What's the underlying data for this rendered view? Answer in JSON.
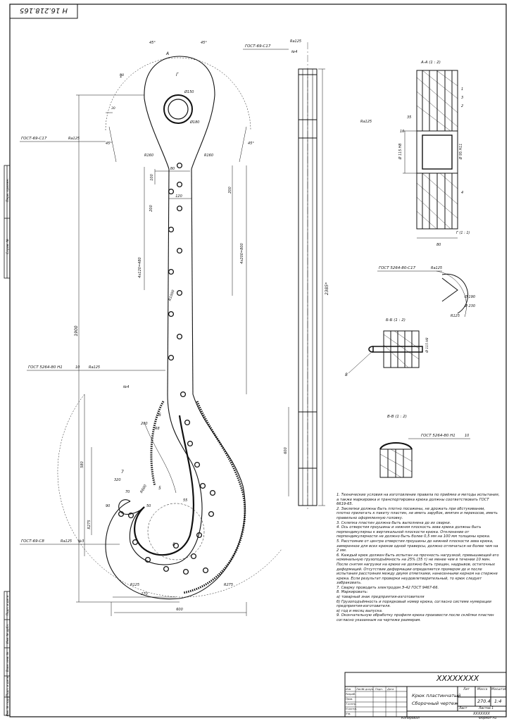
{
  "stamp": {
    "number": "Н 16.218.165",
    "code": "ХХХХХХХХ",
    "code_small": "ХХХХХХХ"
  },
  "title_block": {
    "name_line1": "Крюк пластинчатый",
    "name_line2": "Сборочный чертеж",
    "lit_label": "Лит",
    "mass_label": "Масса",
    "scale_label": "Масштаб",
    "mass_value": "270.4",
    "scale_value": "1:4",
    "sheet_label": "Лист",
    "sheets_label": "Листов 1",
    "copied": "Копировал",
    "format": "Формат А1",
    "rows": [
      "Изм",
      "Лист",
      "№ докум.",
      "Подп.",
      "Дата",
      "Разраб.",
      "Пров.",
      "Т.контр.",
      "Н.контр.",
      "Утв."
    ]
  },
  "left_margin": {
    "labels": [
      "Перв. примен.",
      "Справ. №",
      "Подп. и дата",
      "Инв. № дубл.",
      "Взам. инв. №",
      "Подп. и дата",
      "Инв. № подл."
    ]
  },
  "sections": {
    "aa": "А-А (1 : 2)",
    "gg": "Г (1 : 1)",
    "bb": "Б-Б (1 : 2)",
    "vv": "В-В (1 : 2)"
  },
  "callouts": {
    "gost_top": "ГОСТ-69-С17",
    "gost_left": "ГОСТ-69-С17",
    "gost_5264_left": "ГОСТ 5264-80 Н1",
    "gost_5264_right": "ГОСТ 5264-80-С17",
    "gost_5264_vv": "ГОСТ 5264-80 Н1",
    "gost_c8": "ГОСТ-69-С8",
    "ra": "Ra125",
    "weld10": "10",
    "n3": "№3",
    "n4": "№4"
  },
  "dims": {
    "overall_height": "2385*",
    "h1900": "1900",
    "h600": "600",
    "h580": "580",
    "h480": "4x120=480",
    "h400": "4x200=800",
    "w600": "600",
    "w270": "270",
    "r125": "R125",
    "r275": "R275",
    "r160": "R160",
    "r1000": "R1000",
    "r600": "R600",
    "d150": "Ø150",
    "d180": "Ø180",
    "d95": "Ø 95 H11",
    "d190": "Ø 190",
    "d230": "Ø 230",
    "d115": "Ø 115 H8",
    "a45": "45°",
    "d80": "80",
    "d100": "100",
    "d200": "200",
    "d120": "120",
    "d35": "35",
    "d10": "10",
    "d30": "30",
    "d90": "90",
    "d55": "55",
    "d70": "70",
    "d50": "50",
    "d320": "320",
    "dr8": "R8",
    "c45": "45*"
  },
  "marks": [
    "1",
    "2",
    "3",
    "4",
    "5",
    "6",
    "7",
    "8",
    "А",
    "Б",
    "В",
    "Г"
  ],
  "notes": [
    "1.  Технические условия на изготовление правила по приёмке и методы испытания, а также маркировка и транспортировка крюка должны соответствовать ГОСТ 6619-65.",
    "2.  Заклепки должны быть плотно посажены, не дрожать при обстукивании, плотно прилегать к пакету пластин, не иметь зарубок, вмятин и перекосов, иметь правильно оформленную головку.",
    "3.  Склепка пластин должна быть выполнена до их сварки.",
    "4.  Ось отверстия проушины и нижняя плоскость зева крюка должны быть перпендикулярны к вертикальной плоскости крюка. Отклонение от перпендикулярности не должно быть более 0,5 мм на 100 мм толщины крюка.",
    "5.  Расстояние от центра отверстия проушины до нижней плоскости зева крюка, замеренное для всех крюков одной траверсы, должно отличаться не более чем на 2 мм.",
    "6.  Каждый крюк должен быть испытан на прочность нагрузкой, превышающей его номинальную грузоподъёмность на 25% (35 т) не менее чем в течении 10 мин. После снятия нагрузки на крюке не должно быть трещин, надрывов, остаточных деформаций. Отсутствие деформации определяется промером до и после испытания расстояния между двумя отметками, нанесенными керном на стержне крюка. Если результат проверки неудовлетворительный, то крюк следует забраковать.",
    "7.  Сварку проводить электродом Э-42 ГОСТ 9467-66.",
    "8.  Маркировать:",
    "а) товарный знак предприятия-изготовителя",
    "б) Грузоподъёмность и порядковый номер крюка, согласно системе нумерации предприятия-изготовителя.",
    "в) год и месяц выпуска.",
    "9.  Окончательную обработку профиля крюка произвести после склёпки пластин согласно указанным на чертеже размерам."
  ]
}
